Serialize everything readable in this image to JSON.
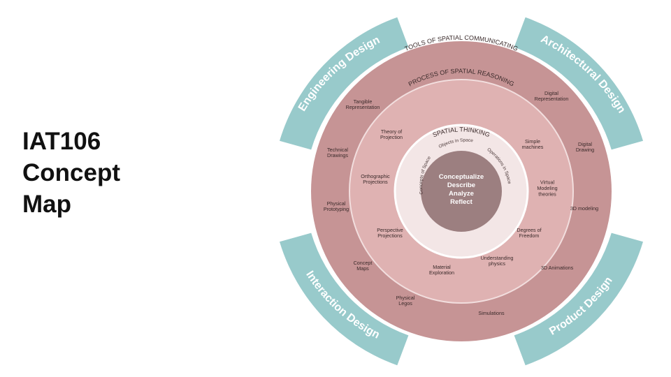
{
  "slide": {
    "title_lines": [
      "IAT106",
      "Concept",
      "Map"
    ]
  },
  "diagram": {
    "colors": {
      "outer_ring": "#c69495",
      "middle_ring": "#dfb2b2",
      "inner_ring": "#f3e6e6",
      "core": "#9c7f80",
      "arc_bands": "#98cacb",
      "ring_text": "#3a2a2a",
      "band_text": "#ffffff"
    },
    "bands": [
      "Engineering Design",
      "Architectural Design",
      "Interaction Design",
      "Product Design"
    ],
    "ring_titles": {
      "outer": "TOOLS OF SPATIAL COMMUNICATING",
      "middle": "PROCESS OF SPATIAL REASONING",
      "inner": "SPATIAL THINKING"
    },
    "inner_labels": [
      "Objects in Space",
      "Concepts of Space",
      "Operations in Space"
    ],
    "core_words": [
      "Conceptualize",
      "Describe",
      "Analyze",
      "Reflect"
    ],
    "middle_items": [
      "Theory of|Projection",
      "Simple|machines",
      "Orthographic|Projections",
      "Virtual|Modeling|theories",
      "Perspective|Projections",
      "Degrees of|Freedom",
      "Material|Exploration",
      "Understanding|physics"
    ],
    "outer_items": [
      "Tangible|Representation",
      "Digital|Representation",
      "Technical|Drawings",
      "Digital|Drawing",
      "Physical|Prototyping",
      "3D modeling",
      "Concept|Maps",
      "3D Animations",
      "Physical|Legos",
      "Simulations"
    ]
  }
}
